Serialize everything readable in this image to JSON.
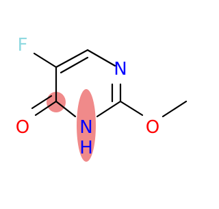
{
  "molecule": {
    "atoms": {
      "fluorine": {
        "symbol": "F",
        "color": "#8fd9e0"
      },
      "oxygen_carbonyl": {
        "symbol": "O",
        "color": "#ff0000"
      },
      "nitrogen_ring": {
        "symbol": "N",
        "color": "#0000ff"
      },
      "nitrogen_h": {
        "symbol": "N",
        "color": "#0000ff"
      },
      "hydrogen_on_n": {
        "symbol": "H",
        "color": "#0000ff"
      },
      "oxygen_methoxy": {
        "symbol": "O",
        "color": "#ff0000"
      }
    },
    "highlight_color": "#f08a8a",
    "bond_color": "#000000"
  }
}
